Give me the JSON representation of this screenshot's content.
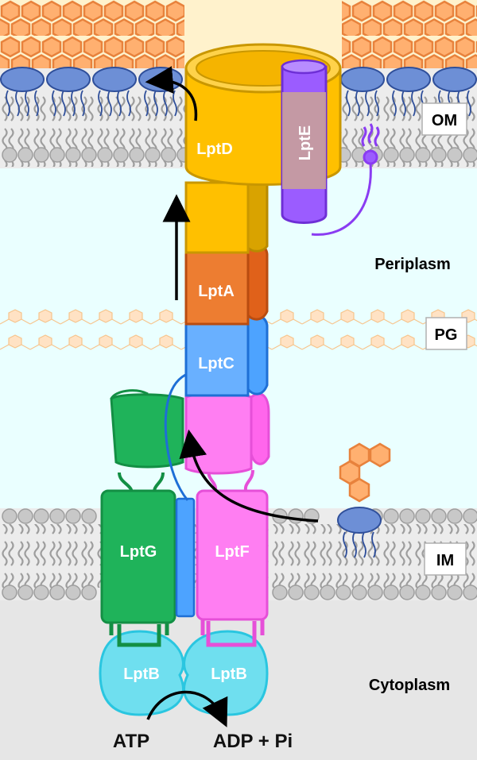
{
  "regions": {
    "om": "OM",
    "periplasm": "Periplasm",
    "pg": "PG",
    "im": "IM",
    "cytoplasm": "Cytoplasm"
  },
  "proteins": {
    "lptd": "LptD",
    "lpte": "LptE",
    "lpta": "LptA",
    "lptc": "LptC",
    "lptg": "LptG",
    "lptf": "LptF",
    "lptb_left": "LptB",
    "lptb_right": "LptB"
  },
  "reaction": {
    "substrate": "ATP",
    "products": "ADP + Pi"
  },
  "colors": {
    "lptd": "#ffc000",
    "lpte": "#9b5cff",
    "lpta": "#ed7d31",
    "lptc": "#5b9bf0",
    "lptg": "#1fb35a",
    "lptf": "#ff7ef2",
    "lptb": "#6fdfef",
    "lps_head": "#6d8fd6",
    "hexagon": "#f4a460"
  }
}
